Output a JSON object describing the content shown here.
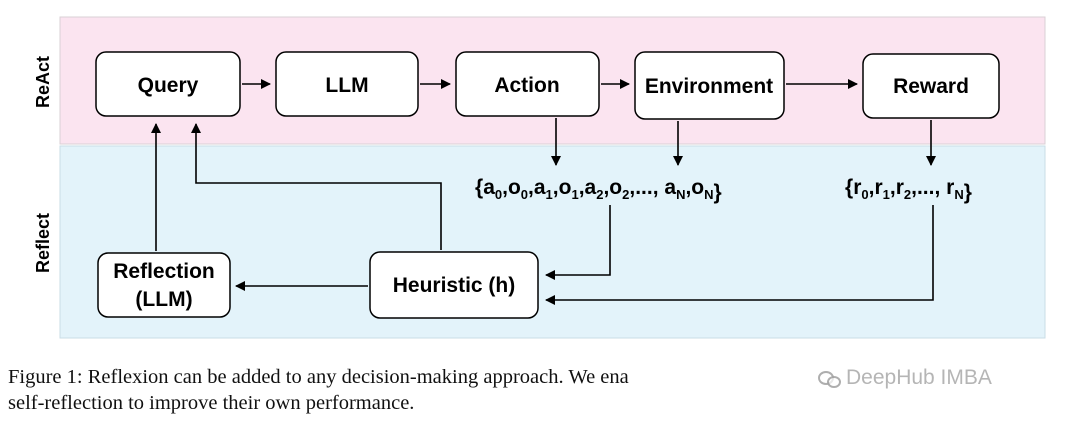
{
  "bands": {
    "react": {
      "label": "ReAct",
      "color": "#fbe4f0"
    },
    "reflect": {
      "label": "Reflect",
      "color": "#e3f3fa"
    }
  },
  "nodes": {
    "query": "Query",
    "llm": "LLM",
    "action": "Action",
    "environment": "Environment",
    "reward": "Reward",
    "reflection_line1": "Reflection",
    "reflection_line2": "(LLM)",
    "heuristic": "Heuristic (h)"
  },
  "trajectory": {
    "open": "{",
    "tokens": [
      {
        "base": "a",
        "sub": "0",
        "sep": ","
      },
      {
        "base": "o",
        "sub": "0",
        "sep": ","
      },
      {
        "base": "a",
        "sub": "1",
        "sep": ","
      },
      {
        "base": "o",
        "sub": "1",
        "sep": ","
      },
      {
        "base": "a",
        "sub": "2",
        "sep": ","
      },
      {
        "base": "o",
        "sub": "2",
        "sep": ",..., "
      },
      {
        "base": "a",
        "sub": "N",
        "sep": ","
      },
      {
        "base": "o",
        "sub": "N",
        "sep": ""
      }
    ],
    "close": "}"
  },
  "rewards": {
    "open": "{",
    "tokens": [
      {
        "base": "r",
        "sub": "0",
        "sep": ","
      },
      {
        "base": "r",
        "sub": "1",
        "sep": ","
      },
      {
        "base": "r",
        "sub": "2",
        "sep": ",..., "
      },
      {
        "base": "r",
        "sub": "N",
        "sep": ""
      }
    ],
    "close": "}"
  },
  "caption": {
    "line1": "Figure 1: Reflexion can be added to any decision-making approach. We ena",
    "line2": "self-reflection to improve their own performance."
  },
  "watermark": {
    "text": "DeepHub IMBA"
  }
}
